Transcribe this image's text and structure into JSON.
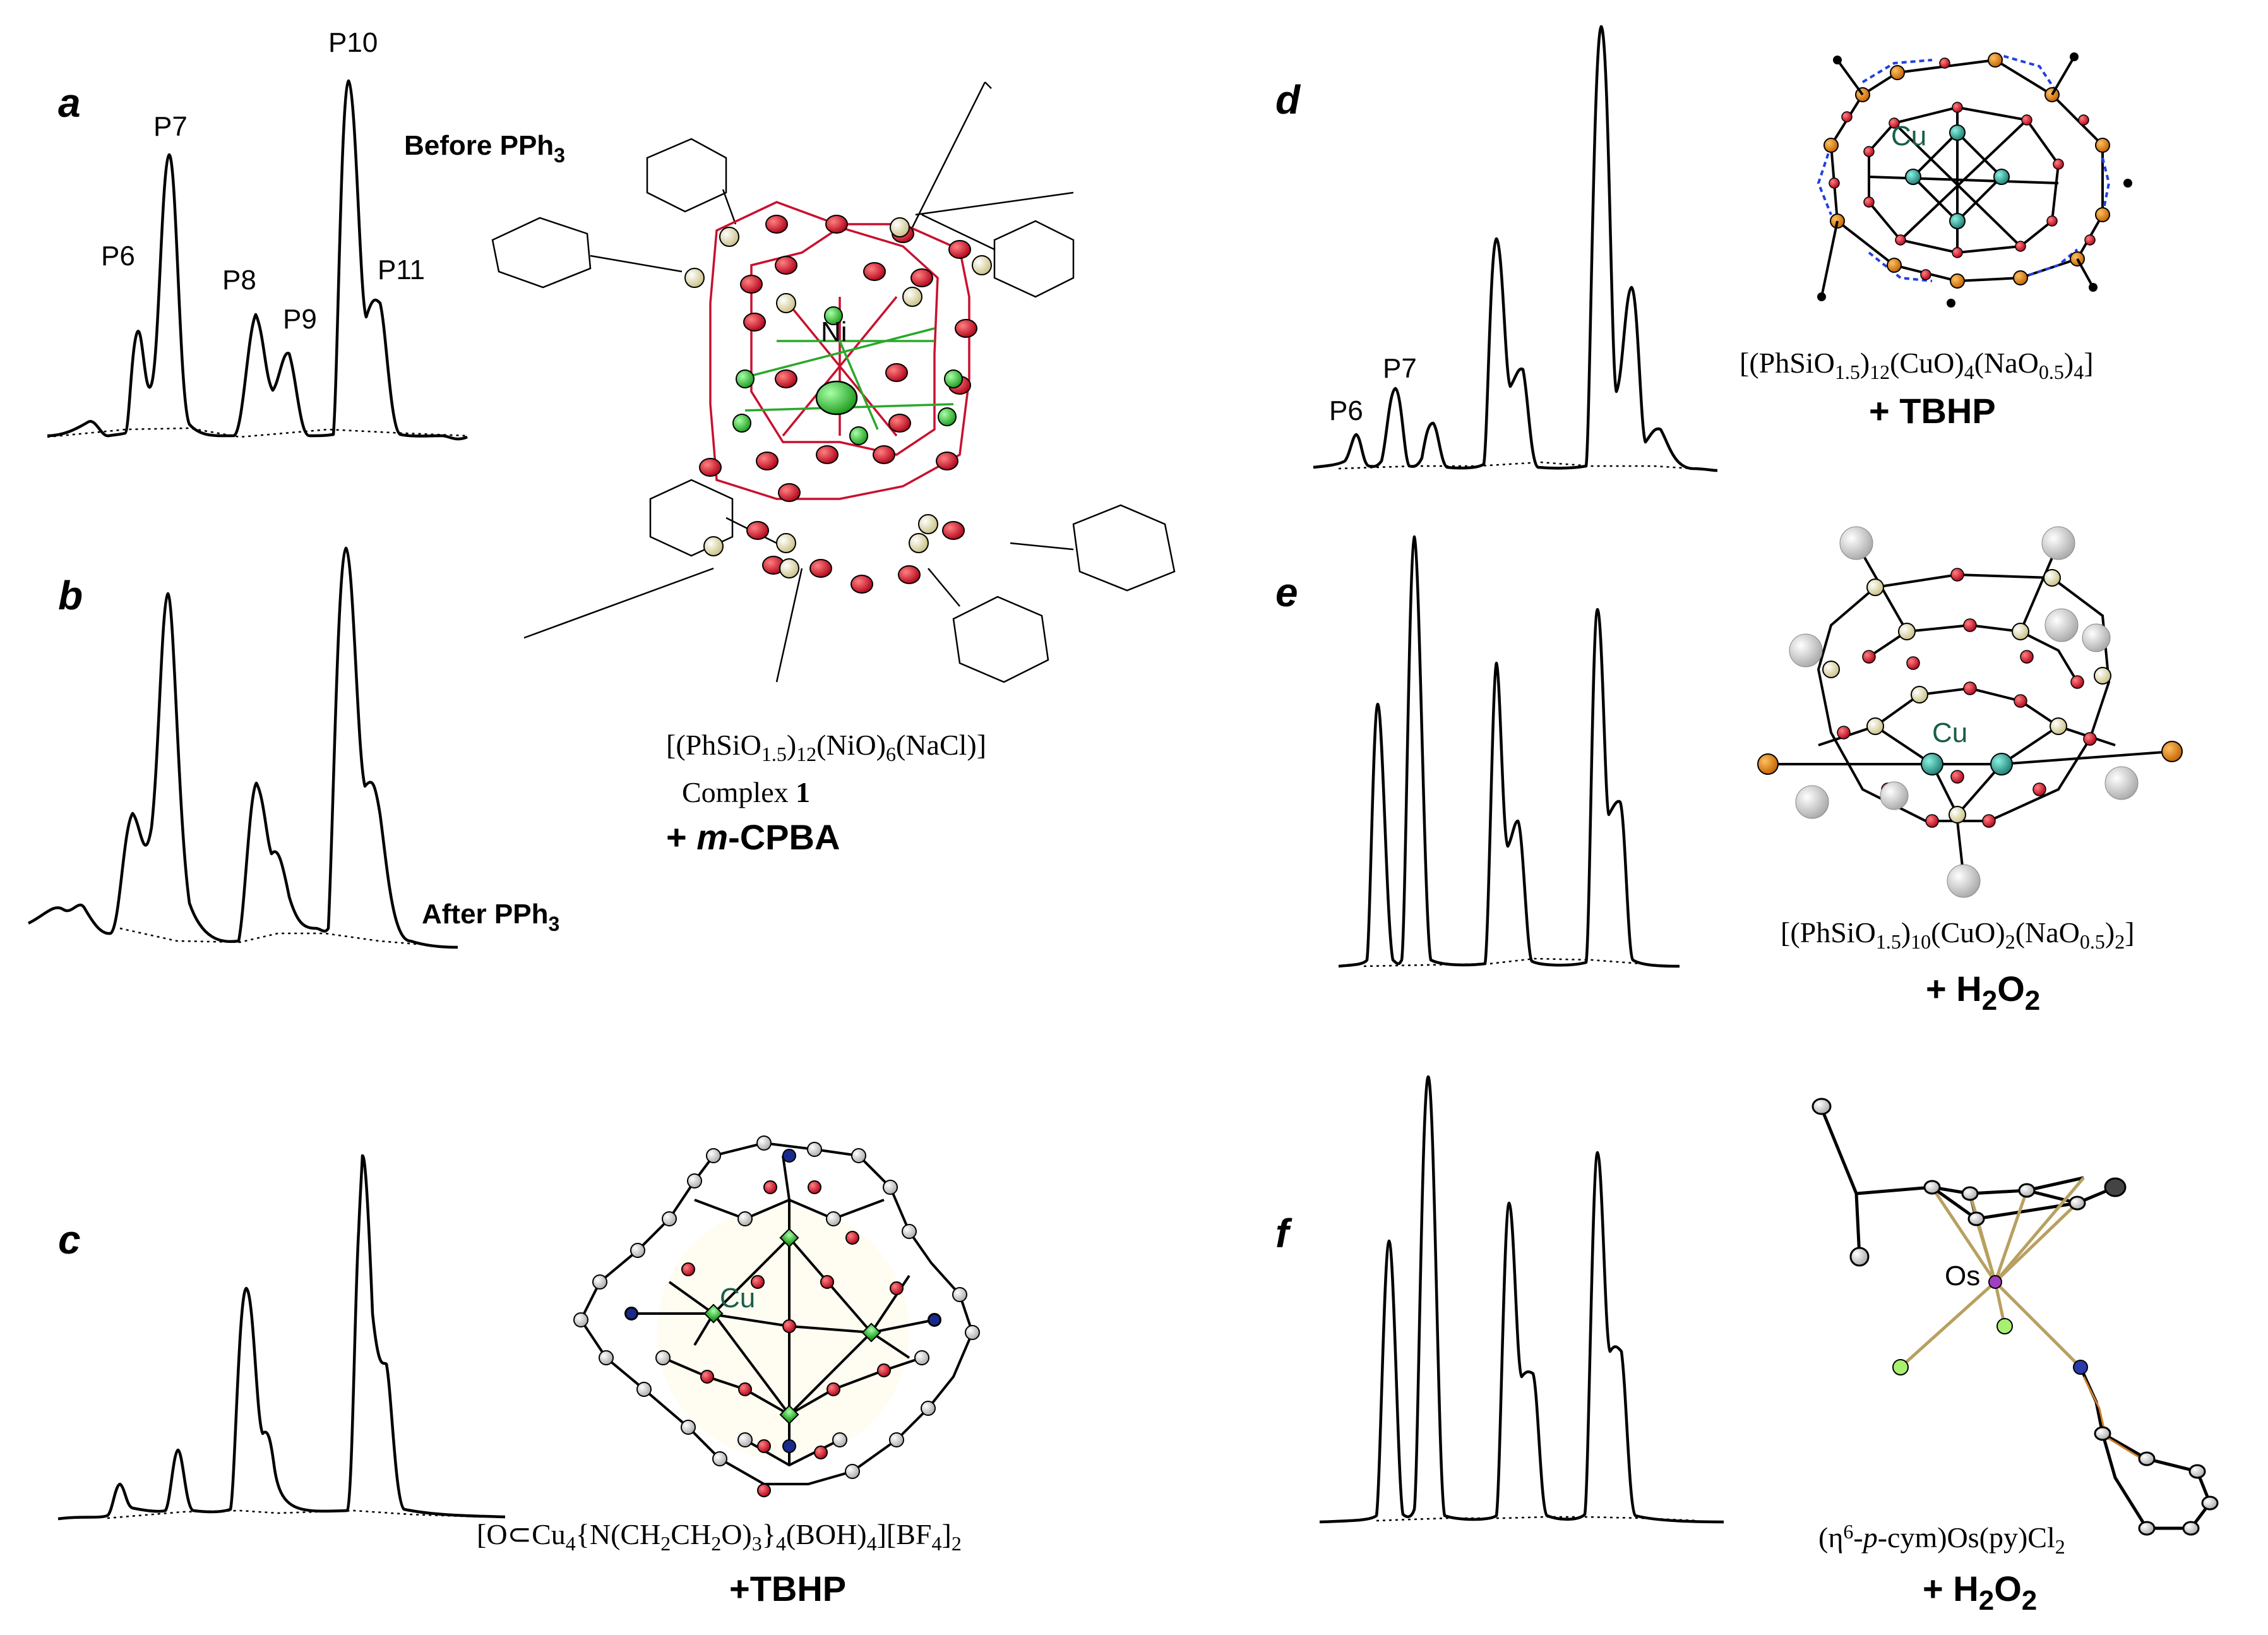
{
  "panels": {
    "a": {
      "letter": "a",
      "peaks": [
        "P6",
        "P7",
        "P8",
        "P9",
        "P10",
        "P11"
      ],
      "note": "Before PPh3"
    },
    "b": {
      "letter": "b",
      "note": "After PPh3"
    },
    "c": {
      "letter": "c"
    },
    "d": {
      "letter": "d",
      "peaks": [
        "P6",
        "P7"
      ]
    },
    "e": {
      "letter": "e"
    },
    "f": {
      "letter": "f"
    }
  },
  "complexes": {
    "c1": {
      "formula": "[(PhSiO1.5)12(NiO)6(NaCl)]",
      "name": "Complex 1",
      "reagent": "+ m-CPBA",
      "metal": "Ni"
    },
    "c2": {
      "formula": "[O⊂Cu4{N(CH2CH2O)3}4(BOH)4][BF4]2",
      "reagent": "+TBHP",
      "metal": "Cu"
    },
    "c3": {
      "formula": "[(PhSiO1.5)12(CuO)4(NaO0.5)4]",
      "reagent": "+ TBHP",
      "metal": "Cu"
    },
    "c4": {
      "formula": "[(PhSiO1.5)10(CuO)2(NaO0.5)2]",
      "reagent": "+ H2O2",
      "metal": "Cu"
    },
    "c5": {
      "formula": "(η6-p-cym)Os(py)Cl2",
      "reagent": "+ H2O2",
      "metal": "Os"
    }
  },
  "colors": {
    "oxygen": "#c8102e",
    "silicon": "#e8e0a8",
    "nickel": "#3cc83c",
    "copper": "#2a9a8a",
    "boron": "#ffffff",
    "nitrogen": "#1a2a8a"
  }
}
